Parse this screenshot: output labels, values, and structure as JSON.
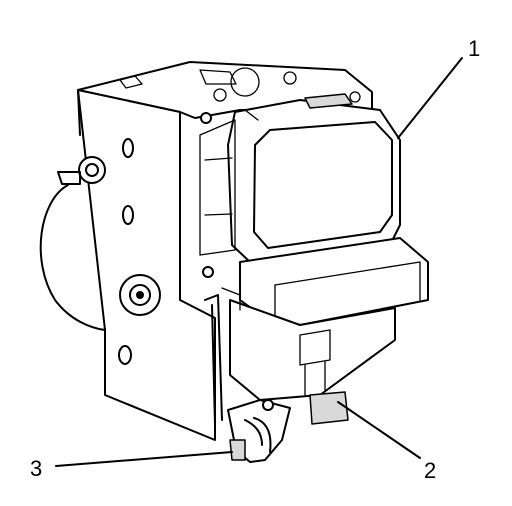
{
  "callouts": [
    {
      "id": "1",
      "label": "1"
    },
    {
      "id": "2",
      "label": "2"
    },
    {
      "id": "3",
      "label": "3"
    }
  ],
  "colors": {
    "ink": "#000000",
    "paper": "#ffffff",
    "shading": "#d9d9d9"
  }
}
